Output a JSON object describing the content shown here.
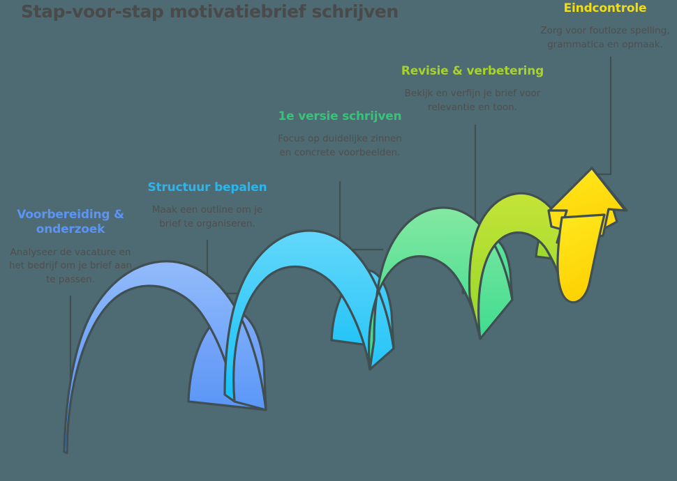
{
  "title": "Stap-voor-stap motivatiebrief schrijven",
  "background_color": "#4e6a72",
  "title_color": "#4a4a4a",
  "description_color": "#4f4f4f",
  "outline_color": "#3f4f52",
  "steps": [
    {
      "label": "Voorbereiding & onderzoek",
      "description": "Analyseer de vacature en het bedrijf om je brief aan te passen.",
      "color": "#5b94f5",
      "ribbon_top": "#8fb8fa",
      "ribbon_bottom": "#4a8cf5"
    },
    {
      "label": "Structuur bepalen",
      "description": "Maak een outline om je brief te organiseren.",
      "color": "#29b6ef",
      "ribbon_top": "#63d6f9",
      "ribbon_bottom": "#22bdf5"
    },
    {
      "label": "1e versie schrijven",
      "description": "Focus op duidelijke zinnen en concrete voorbeelden.",
      "color": "#36c479",
      "ribbon_top": "#7fe49a",
      "ribbon_bottom": "#2fd98a"
    },
    {
      "label": "Revisie & verbetering",
      "description": "Bekijk en verfijn je brief voor relevantie en toon.",
      "color": "#a8d32a",
      "ribbon_top": "#bfe234",
      "ribbon_bottom": "#9ed62c"
    },
    {
      "label": "Eindcontrole",
      "description": "Zorg voor foutloze spelling, grammatica en opmaak.",
      "color": "#f2dd14",
      "ribbon_top": "#ffe81f",
      "ribbon_bottom": "#fdd703"
    }
  ],
  "arrow": {
    "name": "upward-arrow",
    "color": "#ffdd10"
  }
}
